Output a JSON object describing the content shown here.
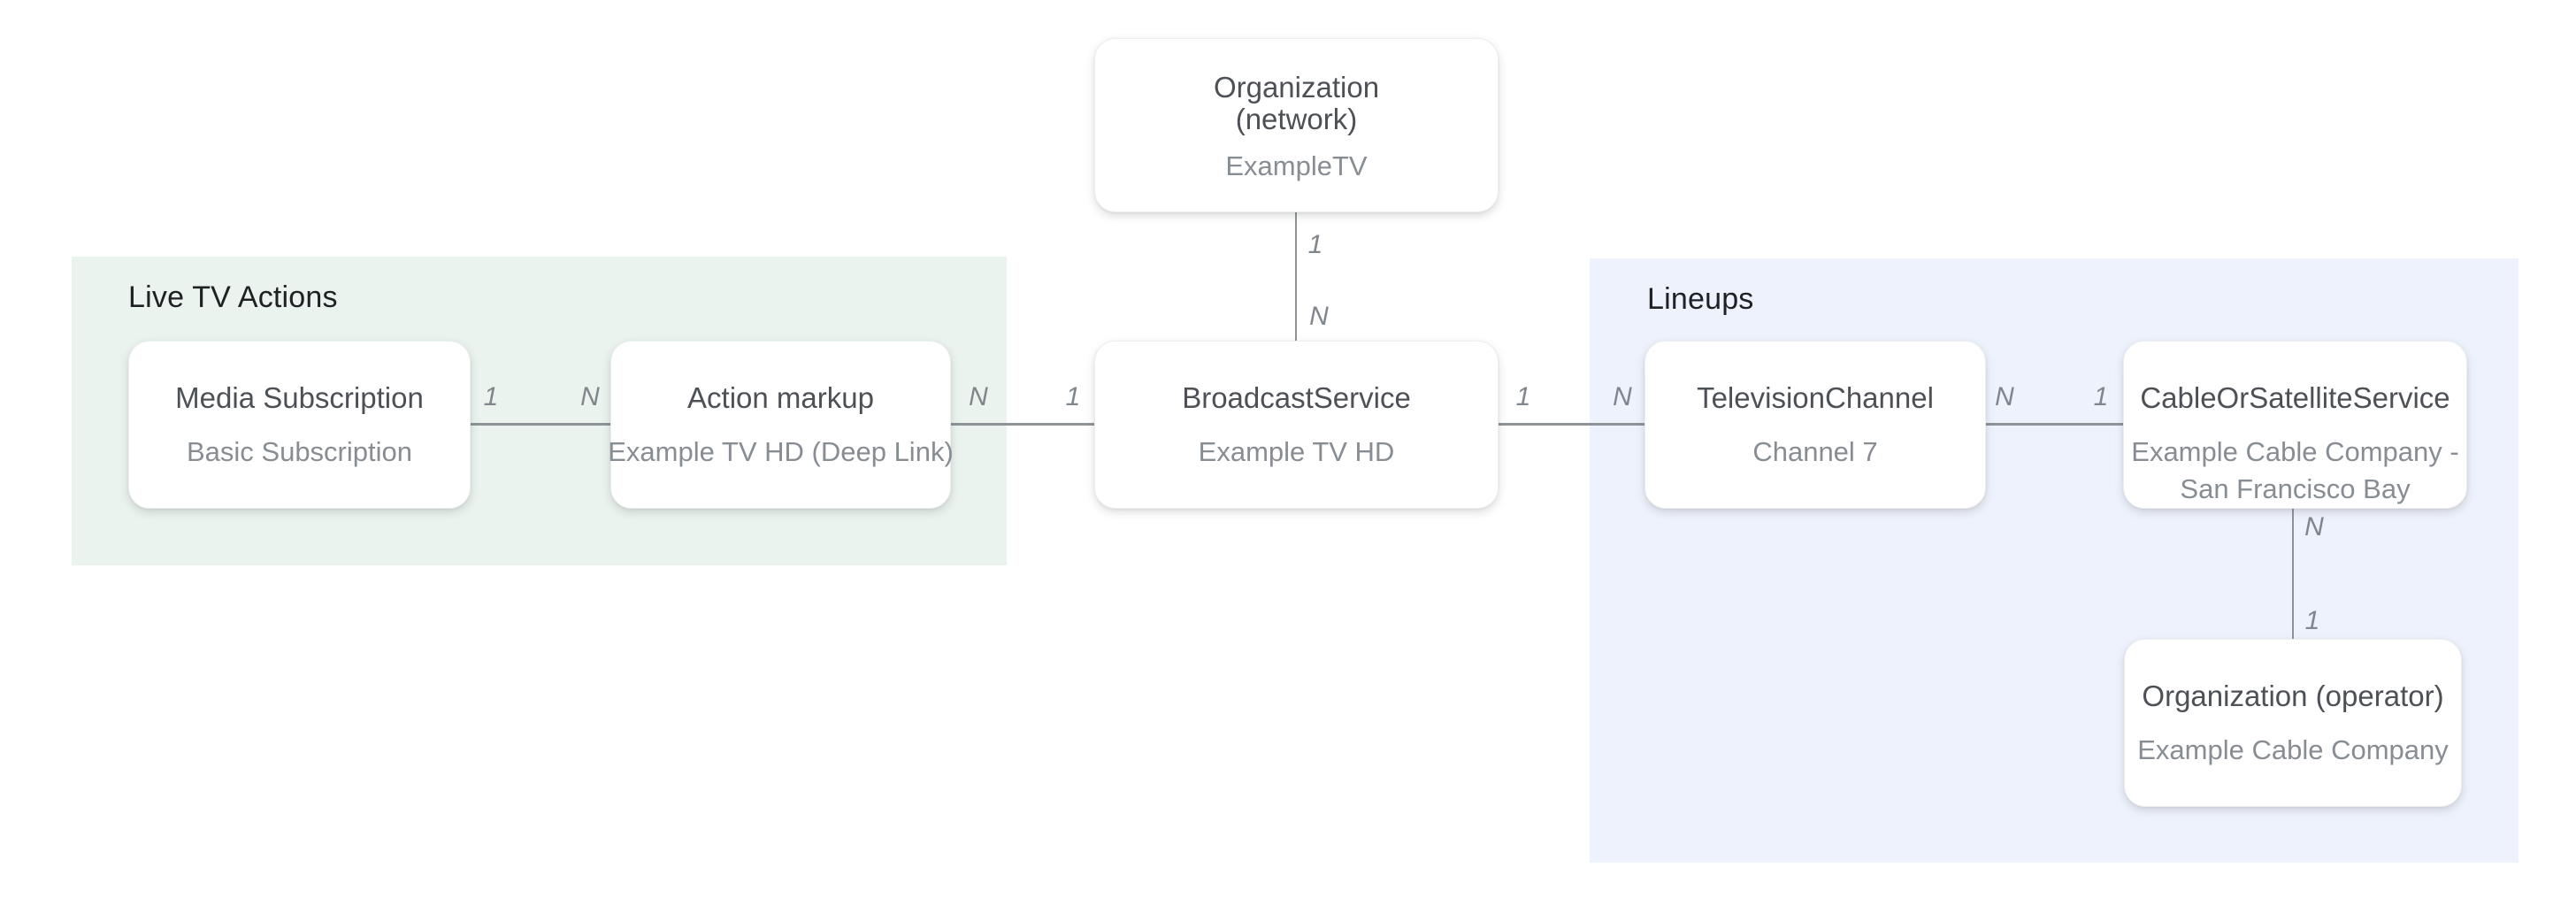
{
  "regions": {
    "live_tv_actions": {
      "title": "Live TV Actions"
    },
    "lineups": {
      "title": "Lineups"
    }
  },
  "nodes": {
    "org_network": {
      "title": "Organization\n(network)",
      "subtitle": "ExampleTV"
    },
    "media_subscription": {
      "title": "Media Subscription",
      "subtitle": "Basic Subscription"
    },
    "action_markup": {
      "title": "Action markup",
      "subtitle": "Example TV HD (Deep Link)"
    },
    "broadcast_service": {
      "title": "BroadcastService",
      "subtitle": "Example TV HD"
    },
    "television_channel": {
      "title": "TelevisionChannel",
      "subtitle": "Channel 7"
    },
    "cable_or_satellite": {
      "title": "CableOrSatelliteService",
      "subtitle": "Example Cable Company -\nSan Francisco Bay"
    },
    "org_operator": {
      "title": "Organization (operator)",
      "subtitle": "Example Cable Company"
    }
  },
  "links": {
    "media_to_action": {
      "from_label": "1",
      "to_label": "N"
    },
    "action_to_broadcast": {
      "from_label": "N",
      "to_label": "1"
    },
    "network_to_broadcast": {
      "from_label": "1",
      "to_label": "N"
    },
    "broadcast_to_tv": {
      "from_label": "1",
      "to_label": "N"
    },
    "tv_to_cable": {
      "from_label": "N",
      "to_label": "1"
    },
    "cable_to_operator": {
      "from_label": "N",
      "to_label": "1"
    }
  },
  "colors": {
    "panel_green": "#eaf3ee",
    "panel_blue": "#eef2fc",
    "line_gray": "#8e9397",
    "node_title": "#4d5156",
    "node_subtitle": "#878d93",
    "section_title": "#202124",
    "cardinality": "#80868b"
  }
}
